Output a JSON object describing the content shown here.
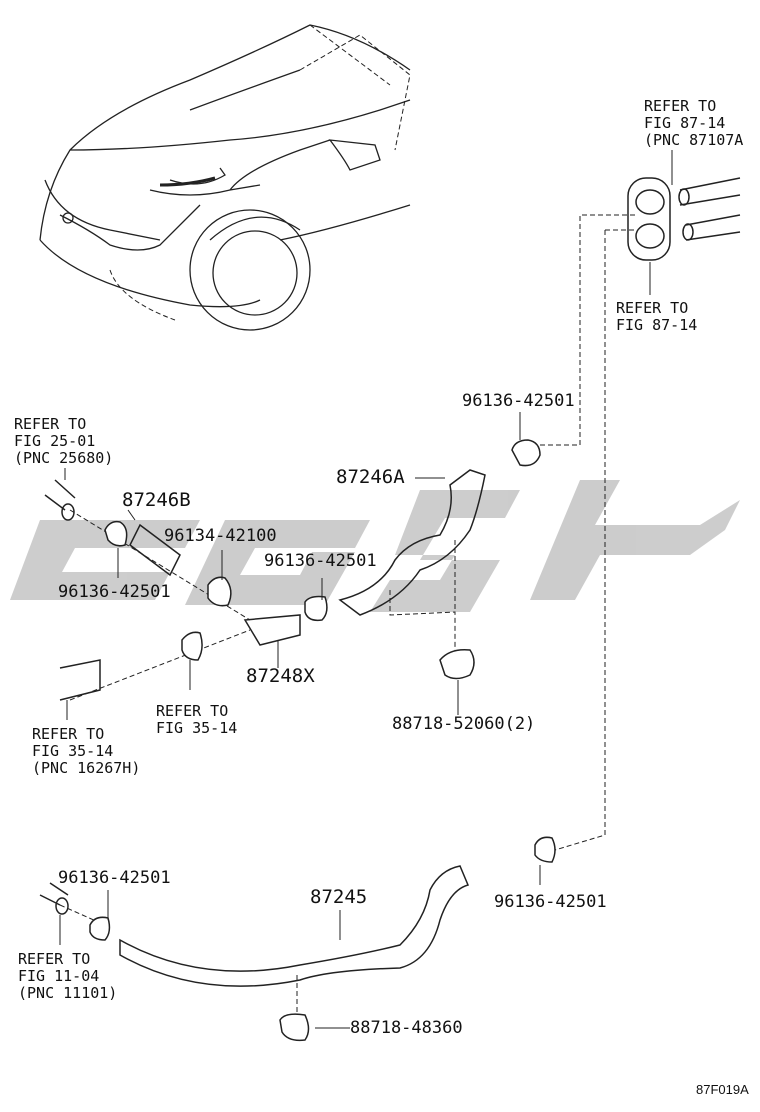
{
  "watermark": {
    "color": "#b8b8b8"
  },
  "refs": {
    "top_right_1": [
      "REFER TO",
      "FIG 87-14",
      "(PNC 87107A"
    ],
    "top_right_2": [
      "REFER TO",
      "FIG 87-14"
    ],
    "left_25": [
      "REFER TO",
      "FIG 25-01",
      "(PNC 25680)"
    ],
    "left_35a": [
      "REFER TO",
      "FIG 35-14"
    ],
    "left_35b": [
      "REFER TO",
      "FIG 35-14",
      "(PNC 16267H)"
    ],
    "left_11": [
      "REFER TO",
      "FIG 11-04",
      "(PNC 11101)"
    ]
  },
  "parts": {
    "clamp_a": "96136-42501",
    "hose_87246a": "87246A",
    "hose_87246b": "87246B",
    "clamp_96134": "96134-42100",
    "clamp_b": "96136-42501",
    "clamp_c": "96136-42501",
    "joint_87248x": "87248X",
    "clamp_88718_52060": "88718-52060(2)",
    "clamp_d": "96136-42501",
    "clamp_e": "96136-42501",
    "hose_87245": "87245",
    "clamp_88718_48360": "88718-48360"
  },
  "figure_code": "87F019A"
}
